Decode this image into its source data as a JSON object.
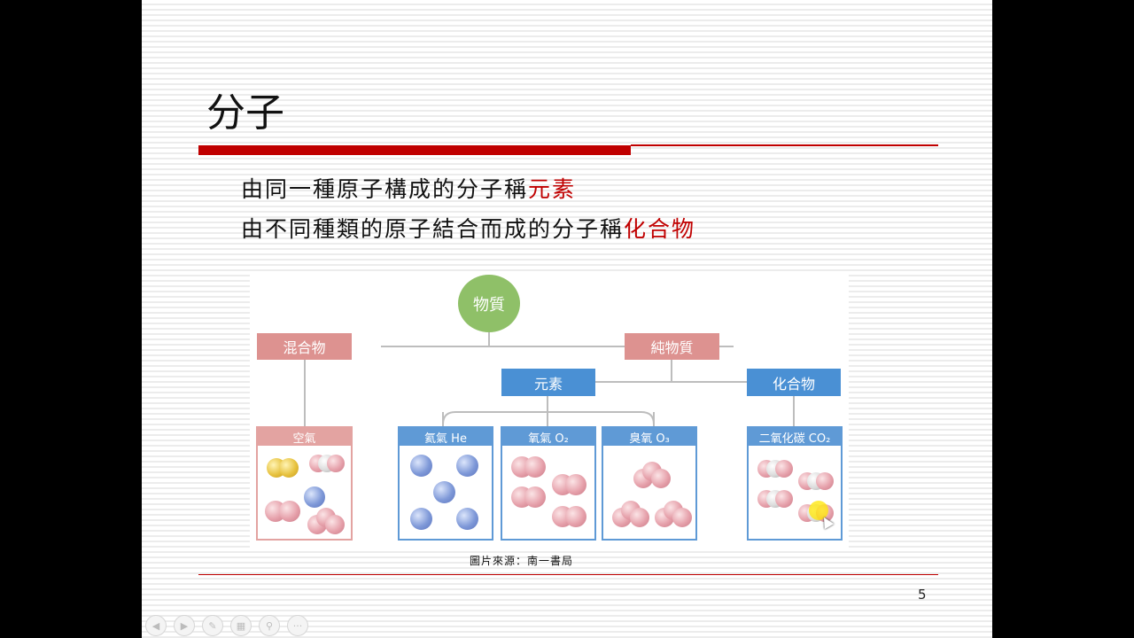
{
  "slide": {
    "title": "分子",
    "line1": {
      "text": "由同一種原子構成的分子稱",
      "highlight": "元素"
    },
    "line2": {
      "text": "由不同種類的原子結合而成的分子稱",
      "highlight": "化合物"
    },
    "page_number": "5",
    "caption": "圖片來源：南一書局"
  },
  "figure": {
    "root": "物質",
    "mixture": "混合物",
    "pure": "純物質",
    "element": "元素",
    "compound": "化合物",
    "panels": {
      "air": "空氣",
      "helium": "氦氣 He",
      "oxygen": "氧氣 O₂",
      "ozone": "臭氧 O₃",
      "co2": "二氧化碳 CO₂"
    }
  },
  "colors": {
    "accent_red": "#c00000",
    "mixture_pink": "#dd9290",
    "element_blue": "#4a90d4",
    "root_green": "#8fc068"
  },
  "navigation": {
    "icons": [
      "previous-icon",
      "next-icon",
      "pen-icon",
      "slides-icon",
      "zoom-icon",
      "more-icon"
    ]
  }
}
